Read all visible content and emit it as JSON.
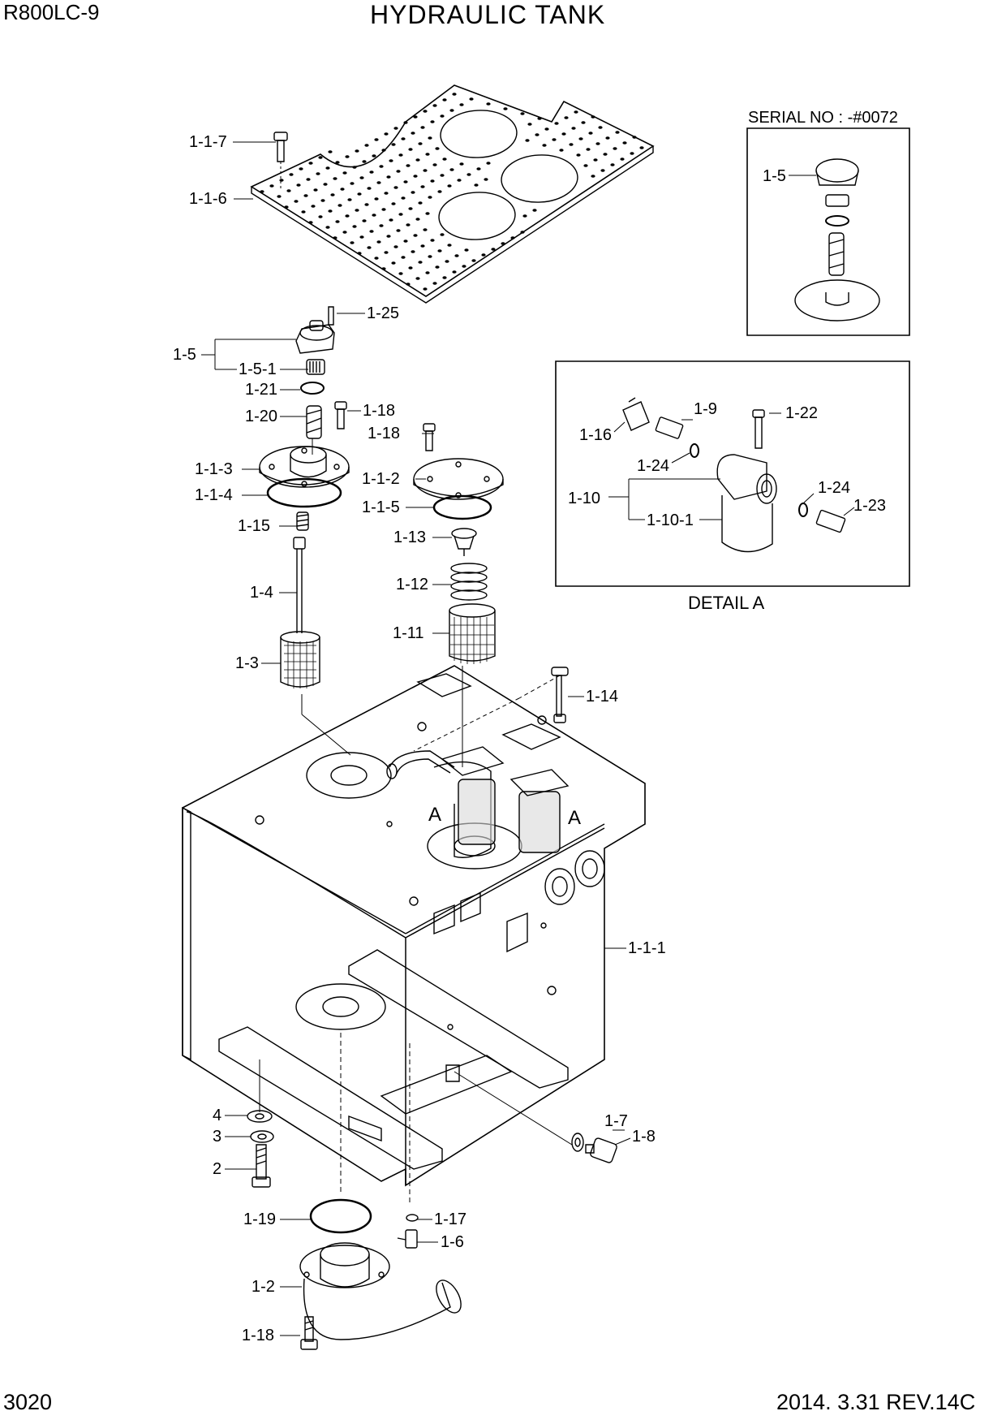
{
  "header": {
    "model": "R800LC-9",
    "title": "HYDRAULIC TANK"
  },
  "footer": {
    "page_number": "3020",
    "revision": "2014. 3.31  REV.14C"
  },
  "inset_serial": {
    "caption": "SERIAL NO : -#0072",
    "labels": [
      "1-5"
    ]
  },
  "inset_detail": {
    "caption": "DETAIL A",
    "labels": [
      "1-16",
      "1-9",
      "1-22",
      "1-24",
      "1-10",
      "1-10-1",
      "1-24",
      "1-23"
    ]
  },
  "view_markers": [
    "A",
    "A"
  ],
  "part_labels": [
    "1-1-7",
    "1-1-6",
    "1-25",
    "1-5",
    "1-5-1",
    "1-21",
    "1-18",
    "1-20",
    "1-18",
    "1-1-3",
    "1-1-2",
    "1-1-4",
    "1-1-5",
    "1-15",
    "1-13",
    "1-12",
    "1-4",
    "1-11",
    "1-3",
    "1-14",
    "1-1-1",
    "4",
    "3",
    "2",
    "1-7",
    "1-8",
    "1-19",
    "1-17",
    "1-6",
    "1-2",
    "1-18"
  ]
}
